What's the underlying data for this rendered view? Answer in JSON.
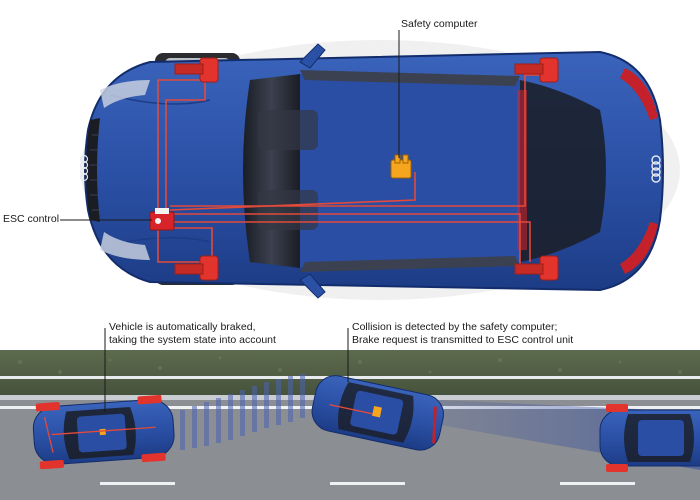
{
  "labels": {
    "safety_computer": "Safety computer",
    "esc_control": "ESC control",
    "braked_line1": "Vehicle is automatically braked,",
    "braked_line2": "taking the system state into account",
    "collision_line1": "Collision is detected by the safety computer;",
    "collision_line2": "Brake request is transmitted to ESC control unit"
  },
  "logo": "Audi",
  "colors": {
    "car_body": "#2b51a6",
    "car_dark": "#132d6c",
    "brake_red": "#e2342d",
    "computer_orange": "#f6a51e",
    "road": "#8b8e93",
    "grass": "#556148",
    "scan_blue": "#4a64b4"
  }
}
